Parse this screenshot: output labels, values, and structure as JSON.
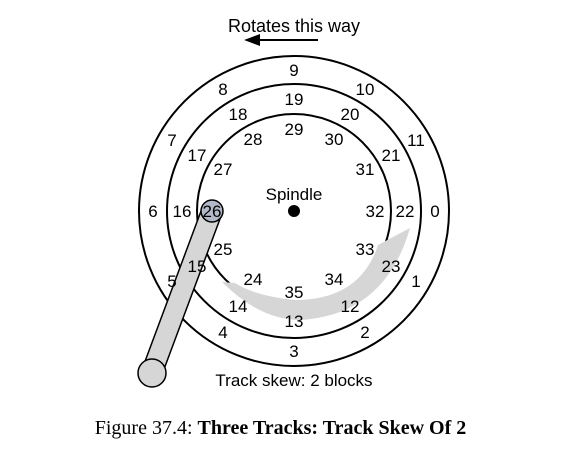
{
  "diagram": {
    "rotation_label": "Rotates this way",
    "spindle_label": "Spindle",
    "skew_label": "Track skew: 2 blocks",
    "tracks": {
      "outer": [
        "0",
        "1",
        "2",
        "3",
        "4",
        "5",
        "6",
        "7",
        "8",
        "9",
        "10",
        "11"
      ],
      "middle": [
        "22",
        "23",
        "12",
        "13",
        "14",
        "15",
        "16",
        "17",
        "18",
        "19",
        "20",
        "21"
      ],
      "inner": [
        "32",
        "33",
        "34",
        "35",
        "24",
        "25",
        "26",
        "27",
        "28",
        "29",
        "30",
        "31"
      ]
    },
    "colors": {
      "arm": "#d6d6d6",
      "head": "#b3b9c8",
      "stroke": "#000000"
    }
  },
  "caption": {
    "prefix": "Figure 37.4: ",
    "title": "Three Tracks: Track Skew Of 2"
  }
}
